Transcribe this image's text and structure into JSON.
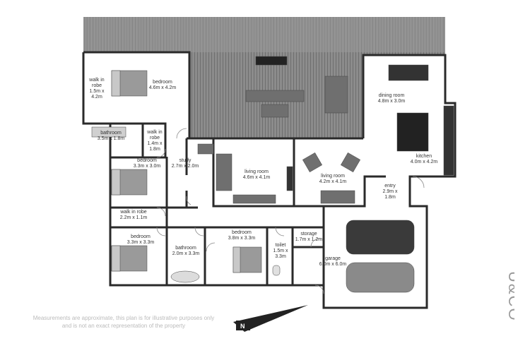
{
  "rooms": {
    "bed1": {
      "name": "bedroom",
      "size": "4.6m x 4.2m"
    },
    "robe1": {
      "name": "walk in robe",
      "size": "1.5m x 4.2m"
    },
    "bath1": {
      "name": "bathroom",
      "size": "3.5m x 1.8m"
    },
    "robe2": {
      "name": "walk in robe",
      "size": "1.4m x 1.8m"
    },
    "bed2": {
      "name": "bedroom",
      "size": "3.3m x 3.0m"
    },
    "study": {
      "name": "study",
      "size": "2.7m x 2.0m"
    },
    "living1": {
      "name": "living room",
      "size": "4.6m x 4.1m"
    },
    "living2": {
      "name": "living room",
      "size": "4.2m x 4.1m"
    },
    "dining": {
      "name": "dining room",
      "size": "4.8m x 3.0m"
    },
    "kitchen": {
      "name": "kitchen",
      "size": "4.0m x 4.2m"
    },
    "entry": {
      "name": "entry",
      "size": "2.9m x 1.8m"
    },
    "robe3": {
      "name": "walk in robe",
      "size": "2.2m x 1.1m"
    },
    "bed3": {
      "name": "bedroom",
      "size": "3.3m x 3.3m"
    },
    "bath2": {
      "name": "bathroom",
      "size": "2.0m x 3.3m"
    },
    "bed4": {
      "name": "bedroom",
      "size": "3.8m x 3.3m"
    },
    "toilet": {
      "name": "toilet",
      "size": "1.5m x 3.3m"
    },
    "storage": {
      "name": "storage",
      "size": "1.7m x 1.2m"
    },
    "garage": {
      "name": "garage",
      "size": "6.0m x 6.0m"
    }
  },
  "disclaimer": "Measurements are approximate, this plan is for illustrative purposes only and is not an exact representation of the property",
  "brand": "U&CO",
  "compass": "N",
  "colors": {
    "wall": "#2a2a2a",
    "deck": "#8a8a8a",
    "floor": "#ffffff",
    "furniture": "#6f6f6f",
    "text": "#333333"
  }
}
